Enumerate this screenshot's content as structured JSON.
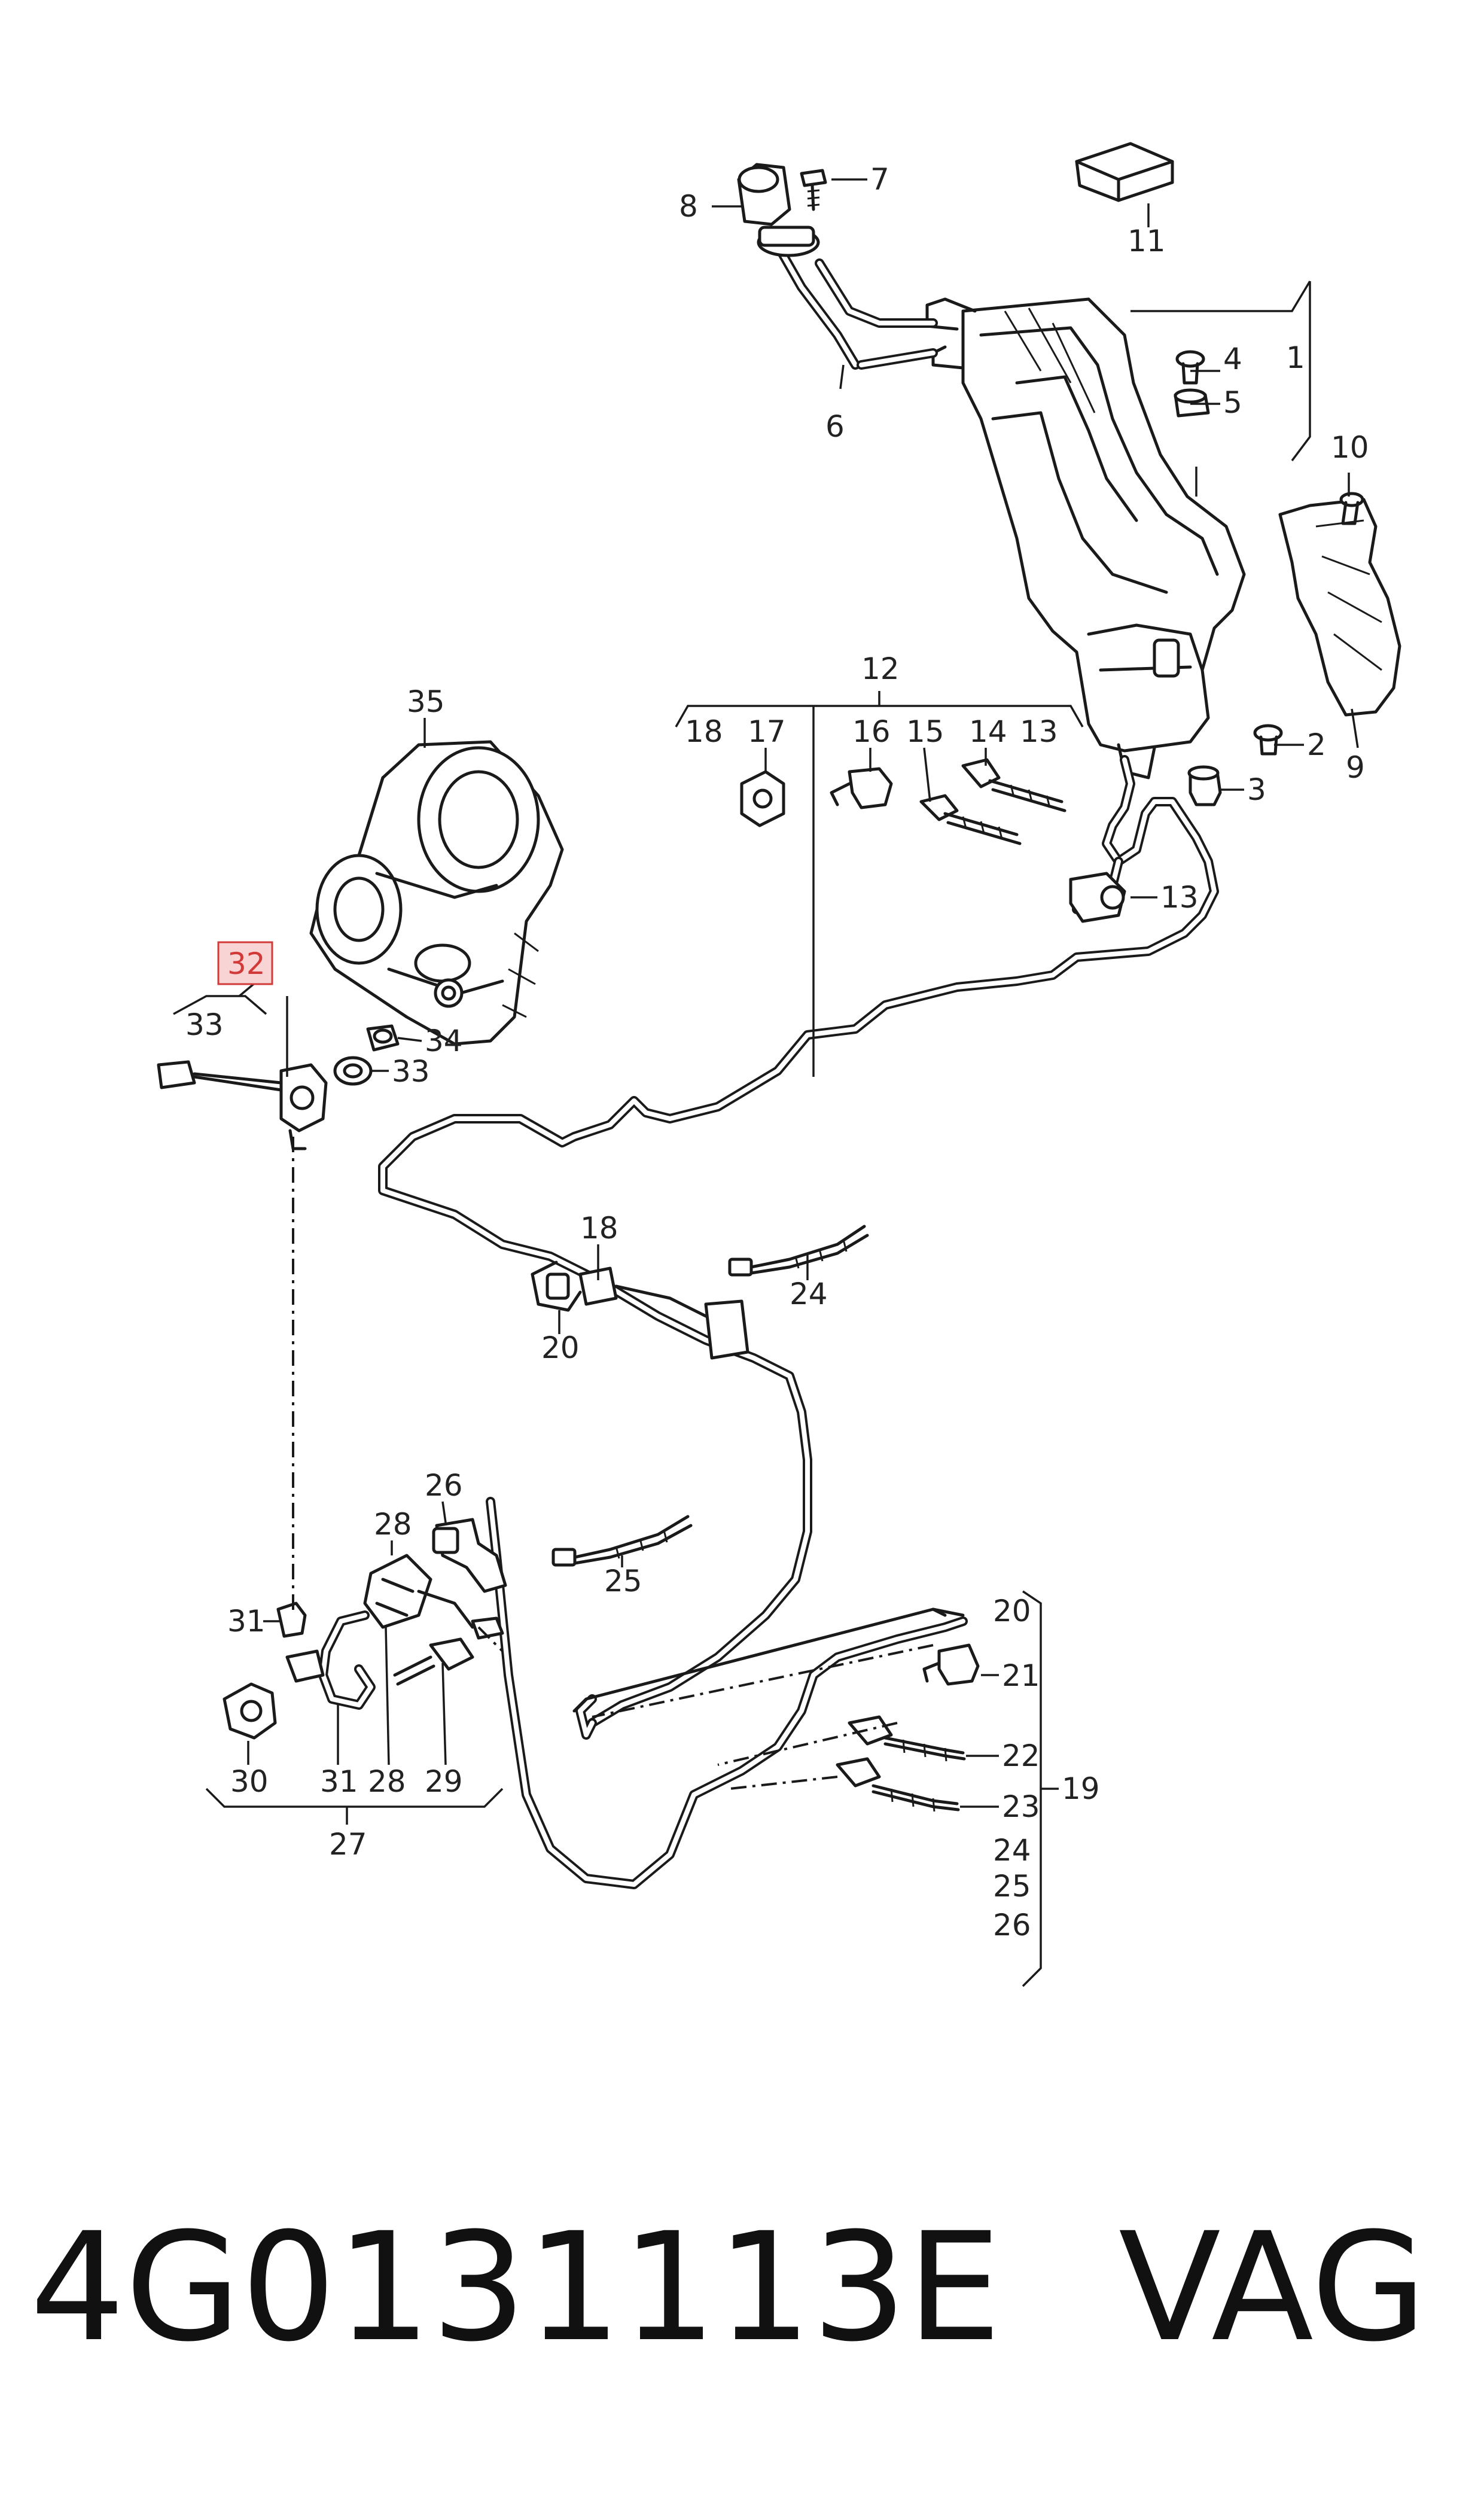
{
  "labels": {
    "c1": "1",
    "c2": "2",
    "c3": "3",
    "c4": "4",
    "c5": "5",
    "c6": "6",
    "c7": "7",
    "c8": "8",
    "c9": "9",
    "c10": "10",
    "c11": "11",
    "c12": "12",
    "g12_18": "18",
    "g12_17": "17",
    "g12_16": "16",
    "g12_15": "15",
    "g12_14": "14",
    "g12_13": "13",
    "c13": "13",
    "c18": "18",
    "c20": "20",
    "c24": "24",
    "c25": "25",
    "c26": "26",
    "c28": "28",
    "c31_top": "31",
    "c30": "30",
    "g27_31": "31",
    "g27_28": "28",
    "g27_29": "29",
    "c27": "27",
    "c32": "32",
    "c33_bracket": "33",
    "c33": "33",
    "c34": "34",
    "c35": "35",
    "g19_20": "20",
    "g19_21": "21",
    "g19_22": "22",
    "g19_23": "23",
    "c19": "19",
    "g19_24": "24",
    "g19_25": "25",
    "g19_26": "26"
  },
  "highlight_color": "#d23a3a",
  "highlight_fill": "#f9d4d4",
  "footer": {
    "part_number": "4G0131113E",
    "brand": "VAG"
  }
}
